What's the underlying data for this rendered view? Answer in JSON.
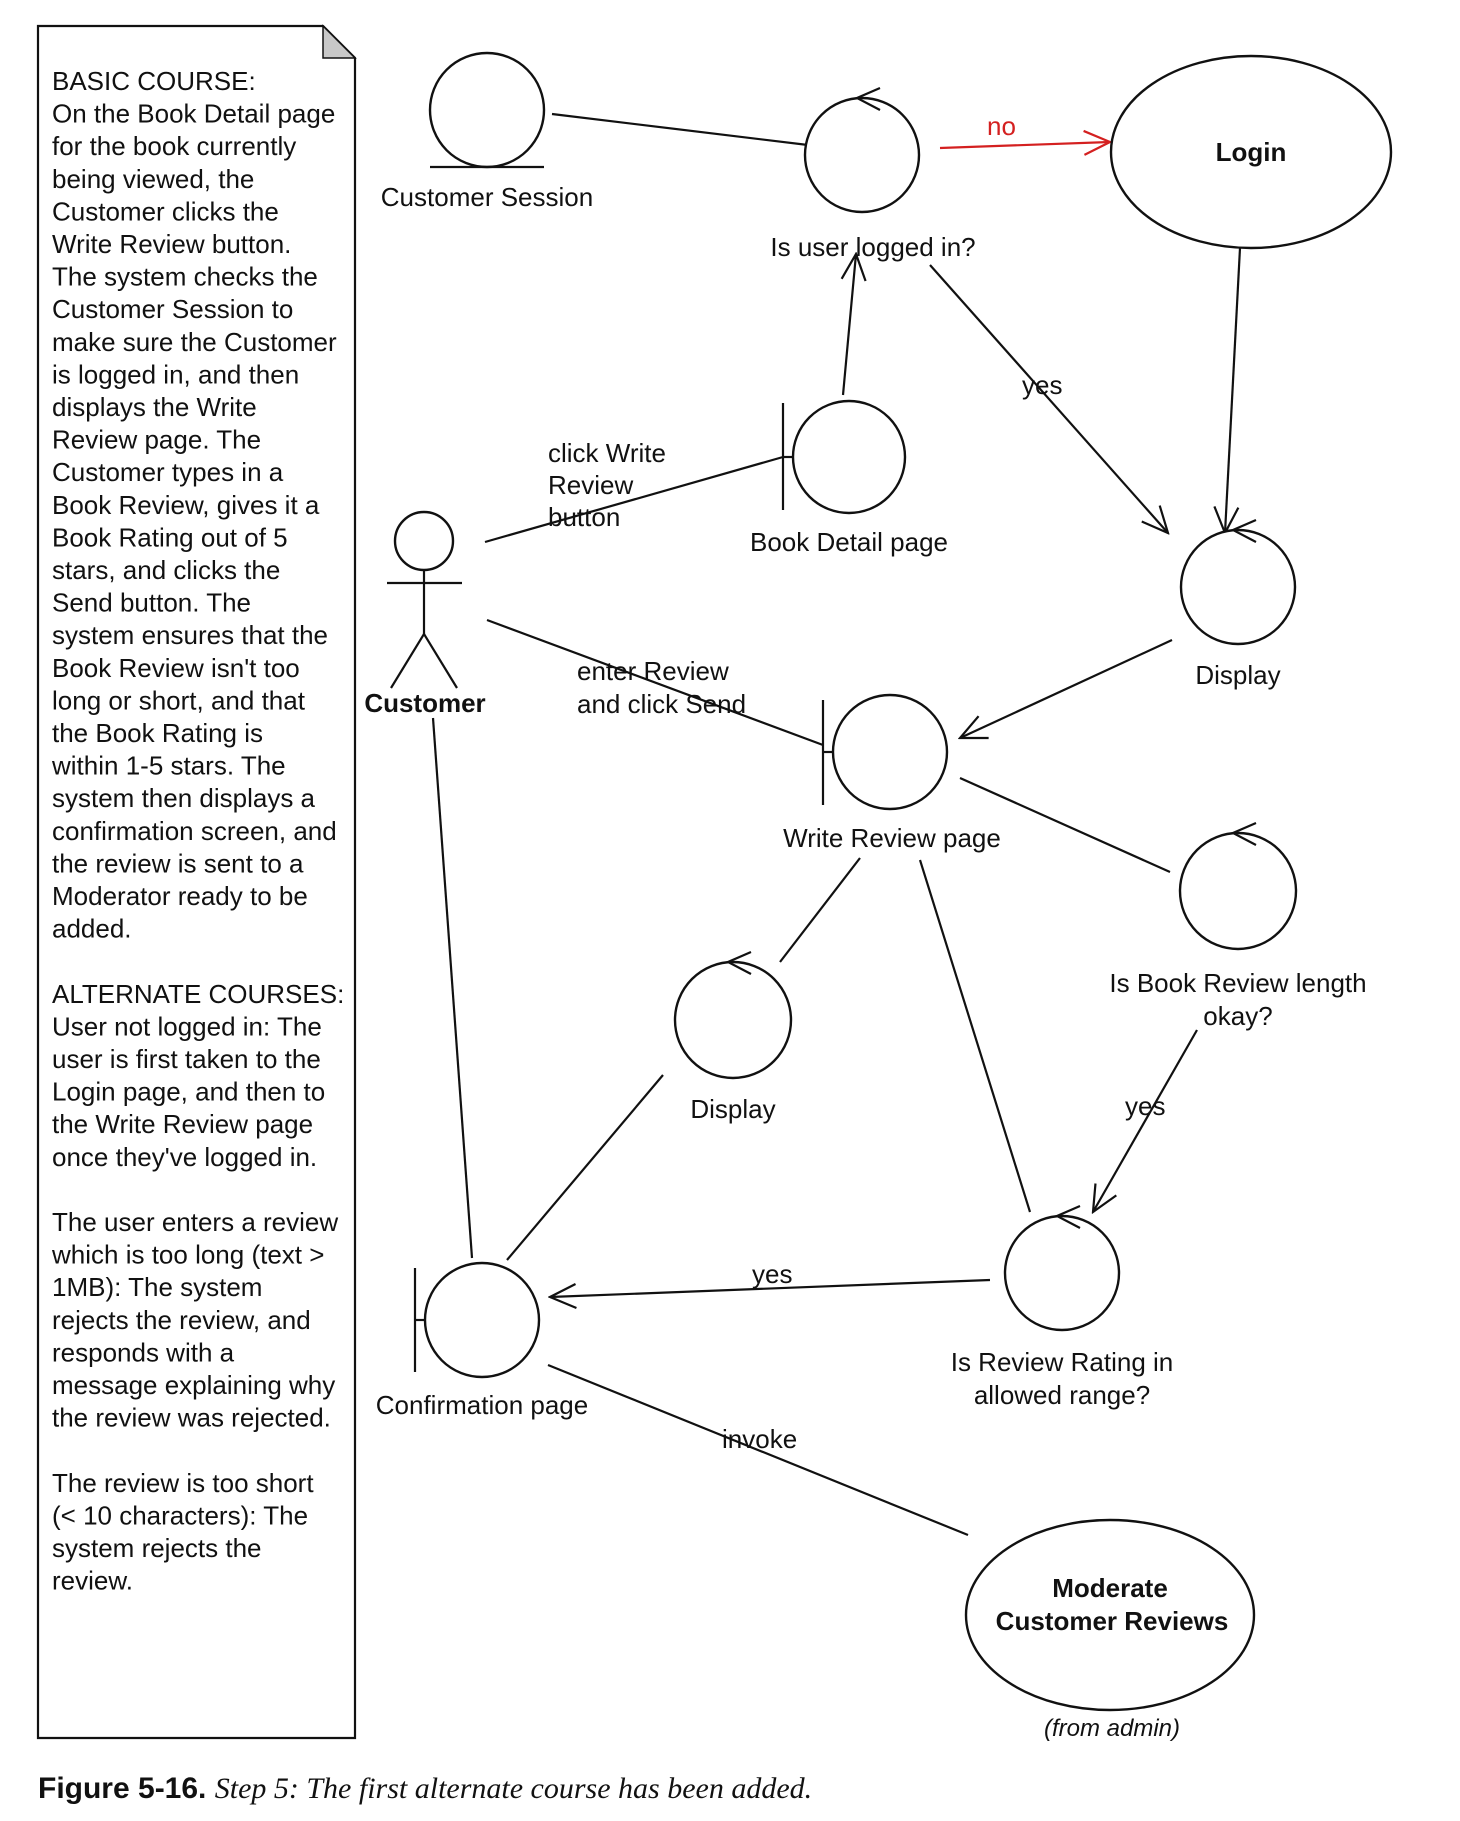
{
  "note": {
    "lines": [
      "BASIC COURSE:",
      "On the Book Detail page",
      "for the book currently",
      "being viewed, the",
      "Customer clicks the",
      "Write Review button.",
      "The system checks the",
      "Customer Session to",
      "make sure the Customer",
      "is logged in, and then",
      "displays the Write",
      "Review page. The",
      "Customer types in a",
      "Book Review, gives it a",
      "Book Rating out of 5",
      "stars, and clicks the",
      "Send button. The",
      "system ensures that the",
      "Book Review isn't too",
      "long or short, and that",
      "the Book Rating is",
      "within 1-5 stars. The",
      "system then displays a",
      "confirmation screen, and",
      "the review is sent to a",
      "Moderator ready to be",
      "added.",
      "",
      "ALTERNATE COURSES:",
      "User not logged in: The",
      "user is first taken to the",
      "Login page, and then to",
      "the Write Review page",
      "once they've logged in.",
      "",
      "The user enters a review",
      "which is too long (text >",
      "1MB): The system",
      "rejects the review, and",
      "responds with a",
      "message explaining why",
      "the review was rejected.",
      "",
      "The review is too short",
      "(< 10 characters): The",
      "system rejects the",
      "review."
    ]
  },
  "nodes": {
    "customer_session": "Customer Session",
    "is_logged_in": "Is user logged in?",
    "login": "Login",
    "customer": "Customer",
    "book_detail": "Book Detail page",
    "display_top": "Display",
    "write_review_page": "Write Review page",
    "is_length_ok_1": "Is Book Review length",
    "is_length_ok_2": "okay?",
    "display_mid": "Display",
    "confirmation_page": "Confirmation page",
    "is_rating_ok_1": "Is Review Rating in",
    "is_rating_ok_2": "allowed range?",
    "moderate_1": "Moderate",
    "moderate_2": "Customer Reviews",
    "from_admin": "(from admin)"
  },
  "edges": {
    "no": "no",
    "yes_display": "yes",
    "click_1": "click Write",
    "click_2": "Review",
    "click_3": "button",
    "enter_1": "enter Review",
    "enter_2": "and click Send",
    "yes_length": "yes",
    "yes_rating": "yes",
    "invoke": "invoke"
  },
  "colors": {
    "ink": "#111111",
    "alert": "#d42020",
    "note_corner": "#c8c8c8"
  },
  "caption": {
    "label": "Figure 5-16.",
    "text": "Step 5: The first alternate course has been added."
  }
}
